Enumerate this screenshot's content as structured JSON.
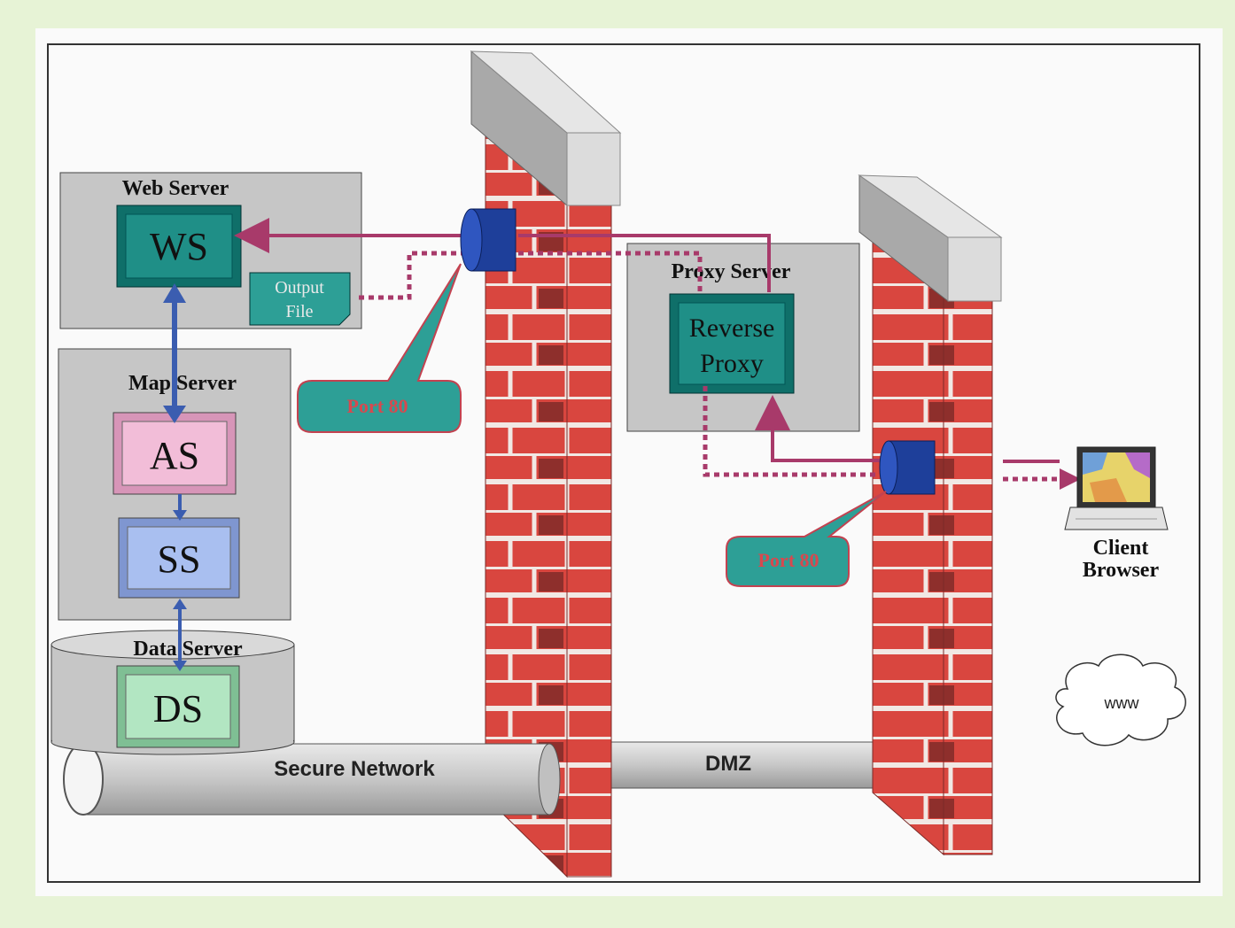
{
  "servers": {
    "web_server": {
      "title": "Web Server",
      "ws": "WS",
      "output_file": [
        "Output",
        "File"
      ]
    },
    "map_server": {
      "title": "Map Server",
      "as": "AS",
      "ss": "SS"
    },
    "data_server": {
      "title": "Data Server",
      "ds": "DS"
    },
    "proxy_server": {
      "title": "Proxy Server",
      "reverse_proxy": [
        "Reverse",
        "Proxy"
      ]
    }
  },
  "callouts": {
    "port_left": "Port 80",
    "port_right": "Port 80"
  },
  "networks": {
    "secure": "Secure Network",
    "dmz": "DMZ"
  },
  "client": {
    "label": [
      "Client",
      "Browser"
    ]
  },
  "cloud": {
    "label": "www"
  },
  "colors": {
    "page_bg": "#e7f3d6",
    "frame_bg": "#fafafa",
    "server_box": "#c6c6c6",
    "ws_teal": "#1f8f87",
    "as_pink": "#f2bdd8",
    "ss_blue": "#a9bff0",
    "ds_green": "#b2e6c2",
    "brick": "#d9463f",
    "brick_dark": "#8e2f2c",
    "connector_magenta": "#a83a6a",
    "port_blue": "#1e3f9a",
    "callout_teal": "#2d9f96",
    "callout_text": "#d8484e"
  }
}
